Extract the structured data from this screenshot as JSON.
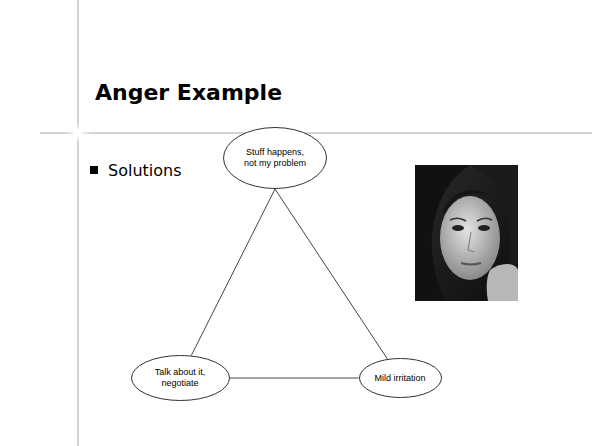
{
  "diagram": {
    "title": "Anger Example",
    "nodes": [
      {
        "text": [
          "Stuff happens, not my problem"
        ]
      },
      {
        "text": [
          "Talk about it, negotiate"
        ]
      },
      {
        "text": [
          "Mild irritation"
        ]
      }
    ],
    "edges": [
      {
        "from": 0,
        "to": 1,
        "arrow": "none"
      },
      {
        "from": 0,
        "to": 2,
        "arrow": "none"
      },
      {
        "from": 1,
        "to": 2,
        "arrow": "none"
      }
    ],
    "labels": [
      "Solutions"
    ]
  }
}
